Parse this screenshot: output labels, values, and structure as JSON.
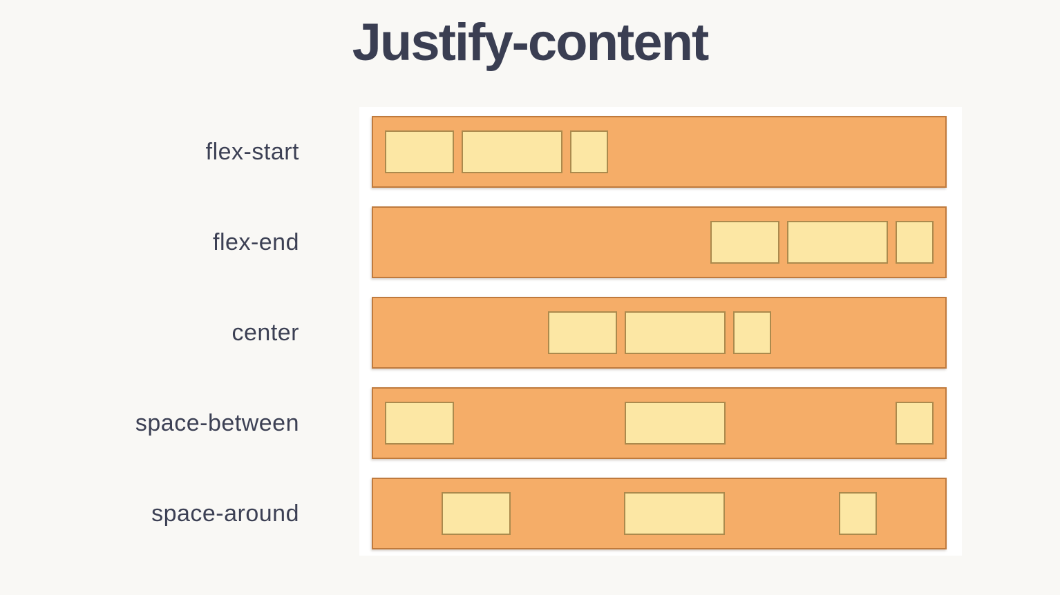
{
  "title": "Justify-content",
  "rows": [
    {
      "label": "flex-start",
      "value": "flex-start"
    },
    {
      "label": "flex-end",
      "value": "flex-end"
    },
    {
      "label": "center",
      "value": "center"
    },
    {
      "label": "space-between",
      "value": "space-between"
    },
    {
      "label": "space-around",
      "value": "space-around"
    }
  ],
  "colors": {
    "background": "#f9f8f5",
    "panel": "#ffffff",
    "container_fill": "#f5ad68",
    "container_border": "#bf7a3d",
    "item_fill": "#fce7a4",
    "item_border": "#ab8a4d",
    "text": "#3b3f52"
  }
}
